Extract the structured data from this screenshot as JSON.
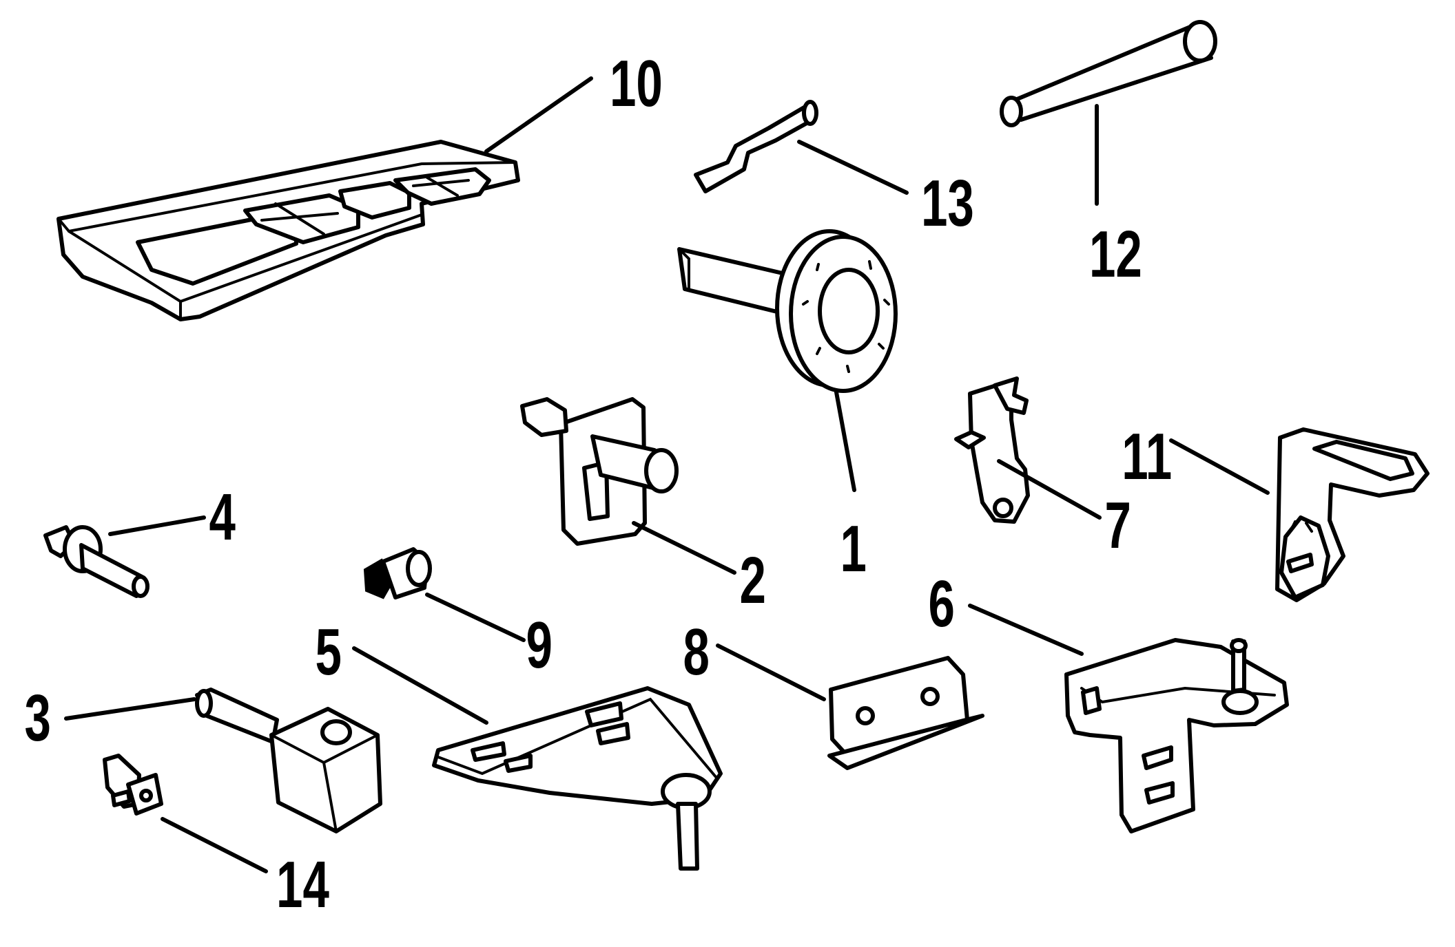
{
  "diagram": {
    "parts": [
      {
        "id": "part-1",
        "callout": "1",
        "shape": "brake rotor on shaft"
      },
      {
        "id": "part-2",
        "callout": "2",
        "shape": "bracket with pin"
      },
      {
        "id": "part-3",
        "callout": "3",
        "shape": "block with rod"
      },
      {
        "id": "part-4",
        "callout": "4",
        "shape": "push pin fastener"
      },
      {
        "id": "part-5",
        "callout": "5",
        "shape": "triangular plate with stud"
      },
      {
        "id": "part-6",
        "callout": "6",
        "shape": "hinge bracket with stud"
      },
      {
        "id": "part-7",
        "callout": "7",
        "shape": "hook clip"
      },
      {
        "id": "part-8",
        "callout": "8",
        "shape": "two-hole strap"
      },
      {
        "id": "part-9",
        "callout": "9",
        "shape": "small bulb"
      },
      {
        "id": "part-10",
        "callout": "10",
        "shape": "compartment tray"
      },
      {
        "id": "part-11",
        "callout": "11",
        "shape": "bent slotted bracket"
      },
      {
        "id": "part-12",
        "callout": "12",
        "shape": "straight rod"
      },
      {
        "id": "part-13",
        "callout": "13",
        "shape": "bent rod"
      },
      {
        "id": "part-14",
        "callout": "14",
        "shape": "clip nut"
      }
    ],
    "colors": {
      "background": "#ffffff",
      "ink": "#000000"
    }
  }
}
